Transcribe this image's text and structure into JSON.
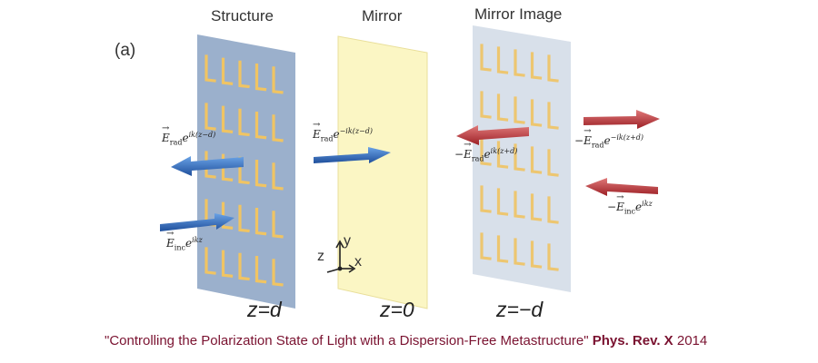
{
  "figure": {
    "panel_label": "(a)",
    "columns": {
      "structure": "Structure",
      "mirror": "Mirror",
      "mirror_image": "Mirror Image"
    },
    "positions": {
      "structure": "z=d",
      "mirror": "z=0",
      "mirror_image": "z=−d"
    },
    "axes": {
      "z": "z",
      "y": "y",
      "x": "x"
    },
    "fields": {
      "rad_left": {
        "prefix": "",
        "sub": "rad",
        "base": "e",
        "exp": "ik(z−d)"
      },
      "rad_mirror": {
        "prefix": "",
        "sub": "rad",
        "base": "e",
        "exp": "−ik(z−d)"
      },
      "inc": {
        "prefix": "",
        "sub": "inc",
        "base": "e",
        "exp": "ikz"
      },
      "img_rad_left": {
        "prefix": "−",
        "sub": "rad",
        "base": "e",
        "exp": "ik(z+d)"
      },
      "img_rad_right": {
        "prefix": "−",
        "sub": "rad",
        "base": "e",
        "exp": "−ik(z+d)"
      },
      "img_inc": {
        "prefix": "−",
        "sub": "inc",
        "base": "e",
        "exp": "ikz"
      }
    },
    "colors": {
      "structure_panel": "#9bb0cc",
      "mirror_panel": "#fbf6c4",
      "mirror_image_panel": "#d8e0ea",
      "antenna": "#f0c463",
      "blue_arrow": "#2f6fc2",
      "red_arrow": "#c2353a"
    }
  },
  "caption": {
    "title": "\"Controlling the Polarization State of Light with a Dispersion-Free Metastructure\"",
    "journal": "Phys. Rev. X",
    "year": "2014"
  }
}
